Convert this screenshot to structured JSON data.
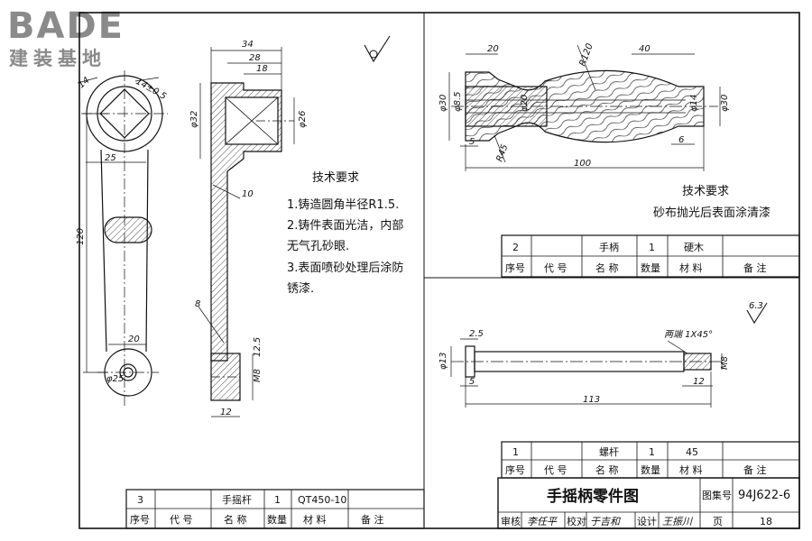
{
  "logo": {
    "brand": "BADE",
    "subtitle": "建装基地"
  },
  "roughness_mark": "6.3",
  "left_part": {
    "dims": {
      "width_34": "34",
      "width_28": "28",
      "width_18": "18",
      "dia_32": "φ32",
      "dia_26": "φ26",
      "len_120": "120",
      "r25": "25",
      "w20": "20",
      "r14a": "14",
      "r14b": "14±0.5",
      "d25": "φ25",
      "rib10": "10",
      "ang8": "8",
      "h12_5": "12.5",
      "m8": "M8",
      "b12": "12"
    },
    "notes_title": "技术要求",
    "notes": [
      "1.铸造圆角半径R1.5.",
      "2.铸件表面光洁，内部",
      "无气孔砂眼.",
      "3.表面喷砂处理后涂防",
      "锈漆."
    ]
  },
  "handle_part": {
    "dims": {
      "d30a": "φ30",
      "d8_5": "φ8.5",
      "d20": "φ20",
      "d14": "φ14",
      "d30b": "φ30",
      "r120": "R120",
      "r45": "R45",
      "w20": "20",
      "w40": "40",
      "l100": "100",
      "l5": "5",
      "l6": "6"
    },
    "notes_title": "技术要求",
    "note": "砂布抛光后表面涂清漆"
  },
  "bolt_part": {
    "dims": {
      "l2_5": "2.5",
      "d13": "φ13",
      "l5": "5",
      "l113": "113",
      "l12": "12",
      "m8": "M8",
      "chamfer": "两端 1X45°"
    }
  },
  "bom_handle": {
    "row": [
      "2",
      "",
      "手柄",
      "1",
      "硬木",
      ""
    ],
    "header": [
      "序号",
      "代 号",
      "名 称",
      "数量",
      "材 料",
      "备 注"
    ]
  },
  "bom_bolt": {
    "row": [
      "1",
      "",
      "螺杆",
      "1",
      "45",
      ""
    ],
    "header": [
      "序号",
      "代 号",
      "名 称",
      "数量",
      "材 料",
      "备 注"
    ]
  },
  "bom_crank": {
    "row": [
      "3",
      "",
      "手摇杆",
      "1",
      "QT450-10",
      ""
    ],
    "header": [
      "序号",
      "代 号",
      "名 称",
      "数量",
      "材 料",
      "备 注"
    ]
  },
  "title_block": {
    "title": "手摇柄零件图",
    "atlas_label": "图集号",
    "atlas_no": "94J622-6",
    "review_label": "审核",
    "review_sig": "李任平",
    "check_label": "校对",
    "check_sig": "于吉和",
    "design_label": "设计",
    "design_sig": "王振川",
    "page_label": "页",
    "page_no": "18"
  }
}
